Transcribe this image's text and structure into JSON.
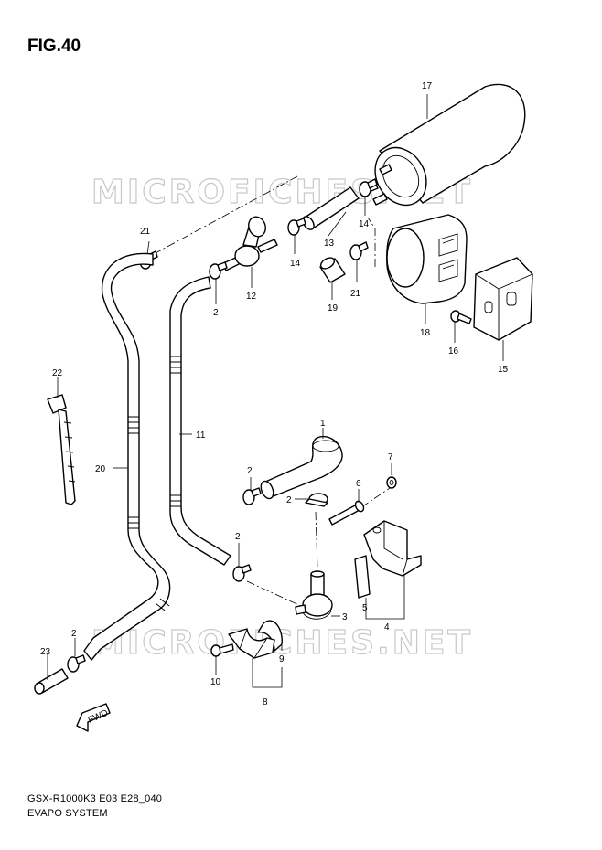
{
  "figure": {
    "title": "FIG.40"
  },
  "watermark": {
    "text": "MICROFICHES.NET"
  },
  "footer": {
    "code": "GSX-R1000K3 E03 E28_040",
    "name": "EVAPO SYSTEM"
  },
  "direction_arrow": {
    "label": "FWD"
  },
  "callouts": {
    "c1": "1",
    "c2a": "2",
    "c2b": "2",
    "c2c": "2",
    "c2d": "2",
    "c2e": "2",
    "c3": "3",
    "c4": "4",
    "c5": "5",
    "c6": "6",
    "c7": "7",
    "c8": "8",
    "c9": "9",
    "c10": "10",
    "c11": "11",
    "c12": "12",
    "c13": "13",
    "c14a": "14",
    "c14b": "14",
    "c15": "15",
    "c16": "16",
    "c17": "17",
    "c18": "18",
    "c19": "19",
    "c20": "20",
    "c21a": "21",
    "c21b": "21",
    "c22": "22",
    "c23": "23"
  },
  "colors": {
    "line": "#000000",
    "watermark": "#c8c8c8",
    "background": "#ffffff"
  }
}
